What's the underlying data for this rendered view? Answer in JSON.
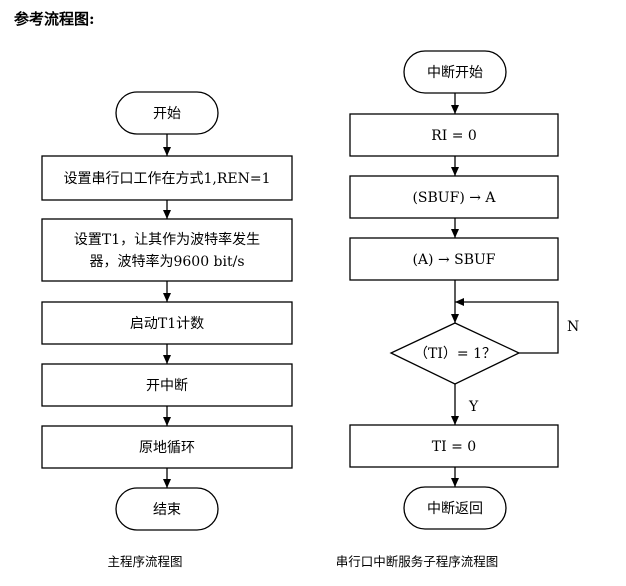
{
  "heading": "参考流程图:",
  "main_flow": {
    "caption": "主程序流程图",
    "start": "开始",
    "step1": "设置串行口工作在方式1,REN=1",
    "step2_line1": "设置T1，让其作为波特率发生",
    "step2_line2": "器，波特率为9600 bit/s",
    "step3": "启动T1计数",
    "step4": "开中断",
    "step5": "原地循环",
    "end": "结束"
  },
  "isr_flow": {
    "caption": "串行口中断服务子程序流程图",
    "start": "中断开始",
    "step1": "RI = 0",
    "step2": "(SBUF) → A",
    "step3": "(A) → SBUF",
    "decision": "（TI）= 1？",
    "label_no": "N",
    "label_yes": "Y",
    "step4": "TI = 0",
    "end": "中断返回"
  },
  "colors": {
    "stroke": "#000000",
    "fill": "#ffffff",
    "text": "#000000"
  }
}
